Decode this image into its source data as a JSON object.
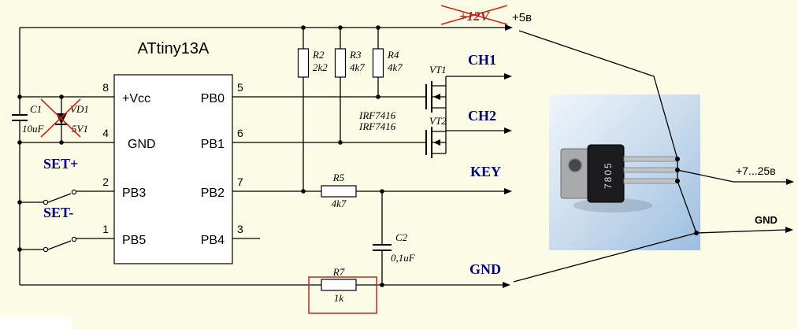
{
  "colors": {
    "background": "#fbfbe6",
    "ink": "#000000",
    "annotation_red": "#cf2318",
    "net_label_blue": "#00007d",
    "crossed_text_maroon": "#9c2b1f"
  },
  "ic": {
    "title": "ATtiny13A",
    "left_pins": [
      {
        "num": "8",
        "name": "+Vcc"
      },
      {
        "num": "4",
        "name": "GND"
      },
      {
        "num": "2",
        "name": "PB3"
      },
      {
        "num": "1",
        "name": "PB5"
      }
    ],
    "right_pins": [
      {
        "num": "5",
        "name": "PB0"
      },
      {
        "num": "6",
        "name": "PB1"
      },
      {
        "num": "7",
        "name": "PB2"
      },
      {
        "num": "3",
        "name": "PB4"
      }
    ]
  },
  "components": {
    "c1": {
      "ref": "C1",
      "value": "10uF"
    },
    "vd1": {
      "ref": "VD1",
      "value": "5V1"
    },
    "r2": {
      "ref": "R2",
      "value": "2k2"
    },
    "r3": {
      "ref": "R3",
      "value": "4k7"
    },
    "r4": {
      "ref": "R4",
      "value": "4k7"
    },
    "r5": {
      "ref": "R5",
      "value": "4k7"
    },
    "r7": {
      "ref": "R7",
      "value": "1k"
    },
    "c2": {
      "ref": "C2",
      "value": "0,1uF"
    },
    "vt1": {
      "ref": "VT1",
      "part": "IRF7416"
    },
    "vt2": {
      "ref": "VT2",
      "part": "IRF7416"
    }
  },
  "switches": {
    "set_plus": "SET+",
    "set_minus": "SET-"
  },
  "outputs": {
    "ch1": "CH1",
    "ch2": "CH2",
    "key": "KEY",
    "gnd": "GND"
  },
  "power": {
    "v12_crossed_out": "+12V",
    "v5": "+5в"
  },
  "regulator": {
    "marking": "7805",
    "vin_label": "+7...25в",
    "gnd_label": "GND"
  }
}
